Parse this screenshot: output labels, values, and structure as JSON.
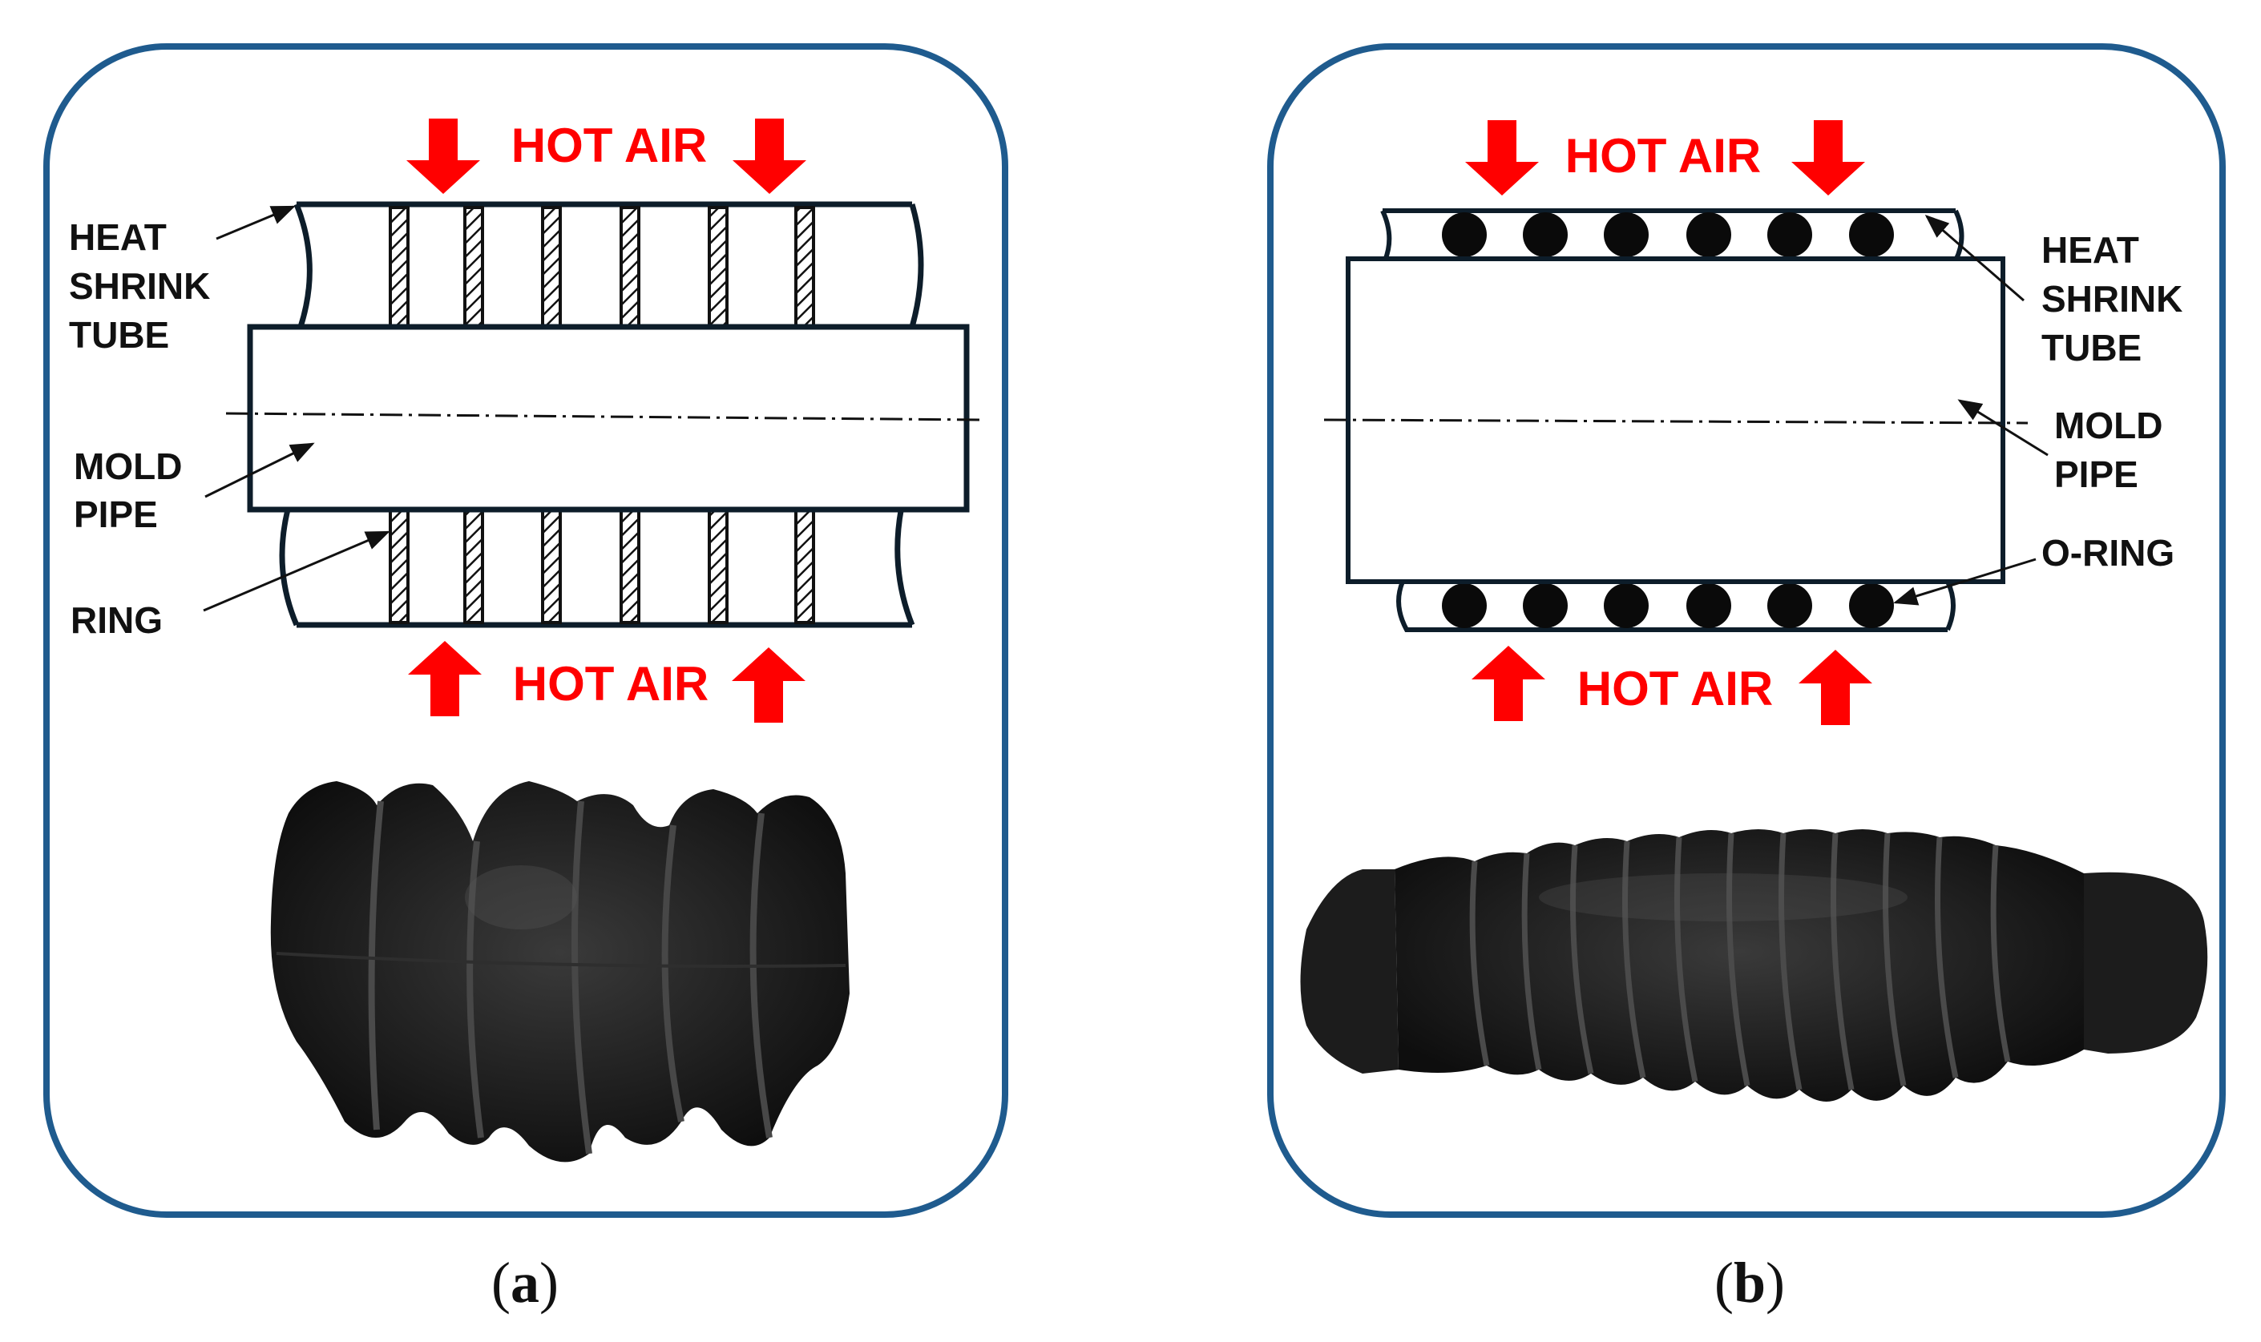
{
  "panel_a": {
    "hot_air_top": "HOT AIR",
    "hot_air_bottom": "HOT AIR",
    "labels": {
      "heat": "HEAT",
      "shrink": "SHRINK",
      "tube": "TUBE",
      "mold": "MOLD",
      "pipe": "PIPE",
      "ring": "RING"
    },
    "caption_open": "(",
    "caption_letter": "a",
    "caption_close": ")"
  },
  "panel_b": {
    "hot_air_top": "HOT AIR",
    "hot_air_bottom": "HOT AIR",
    "labels": {
      "heat": "HEAT",
      "shrink": "SHRINK",
      "tube": "TUBE",
      "mold": "MOLD",
      "pipe": "PIPE",
      "oring": "O-RING"
    },
    "caption_open": "(",
    "caption_letter": "b",
    "caption_close": ")"
  },
  "colors": {
    "frame": "#1f5b8e",
    "arrow": "#ff0000",
    "line": "#0d1d2a",
    "rubber": "#1a1a1a"
  }
}
